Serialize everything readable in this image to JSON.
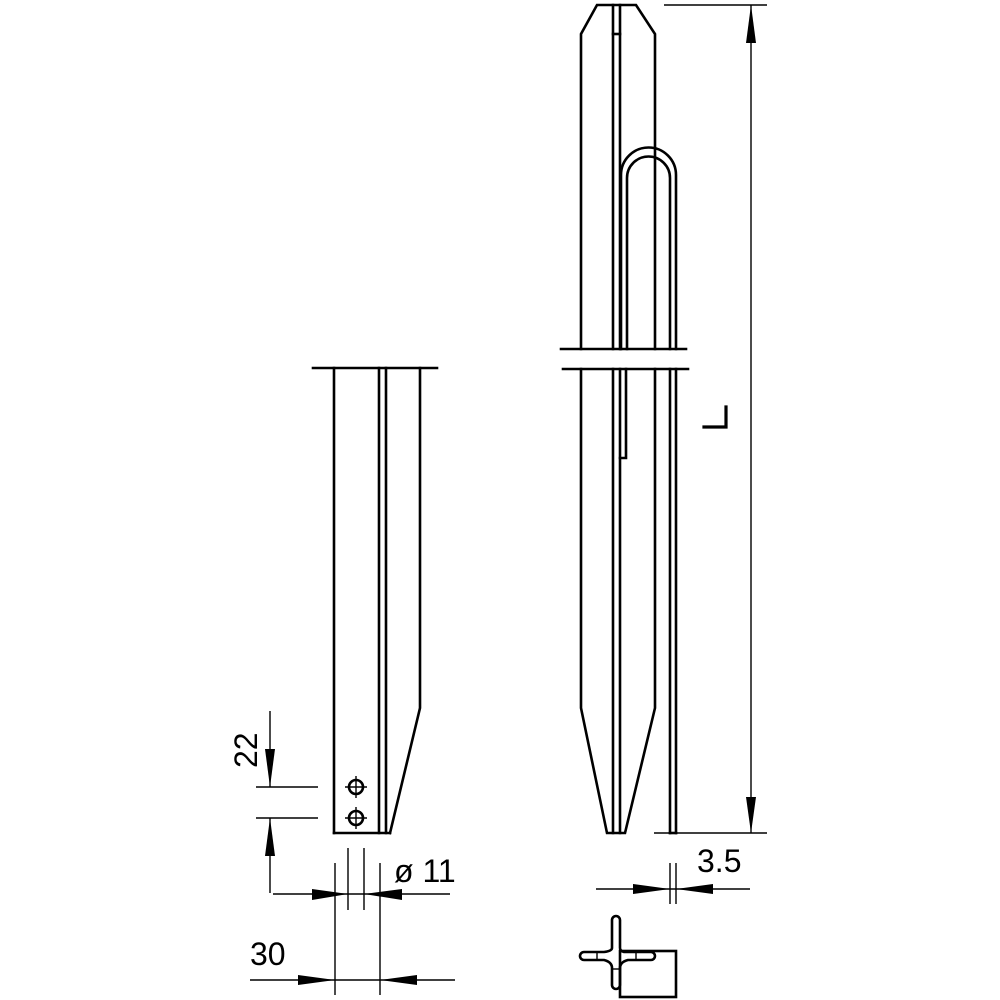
{
  "drawing": {
    "type": "technical-drawing",
    "subject": "earth stake with connection plate (two views and cross-section)",
    "line_color": "#000000",
    "background": "#ffffff"
  },
  "dimensions": {
    "hole_spacing": {
      "label": "22"
    },
    "hole_diameter": {
      "label": "ø 11"
    },
    "plate_width": {
      "label": "30"
    },
    "thickness": {
      "label": "3.5"
    },
    "length": {
      "label": "L"
    }
  },
  "views": {
    "left": {
      "name": "side view with holes",
      "holes": 2
    },
    "right": {
      "name": "front view with loop and collar"
    },
    "section": {
      "name": "cross-section profile"
    }
  }
}
